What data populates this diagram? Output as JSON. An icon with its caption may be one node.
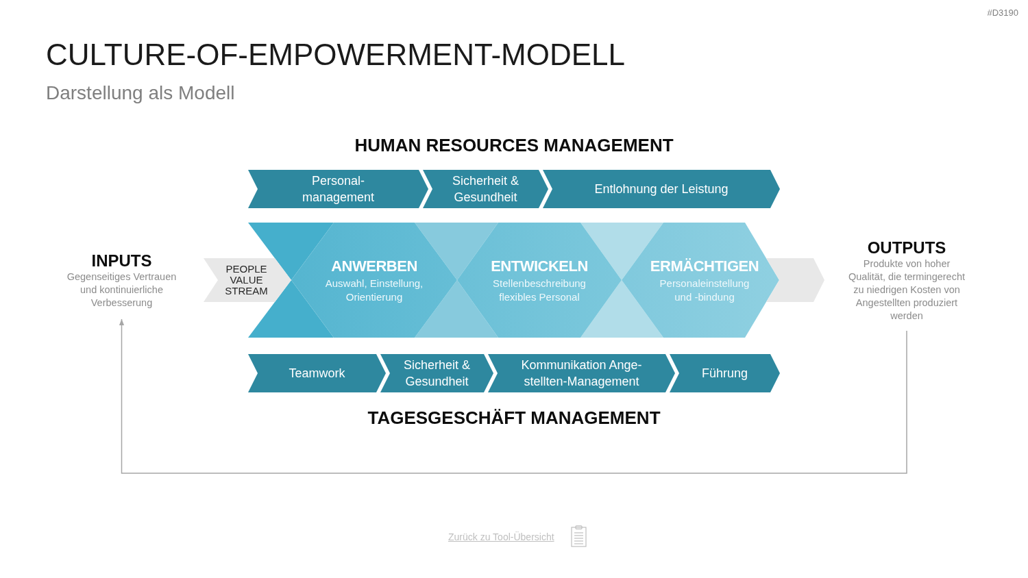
{
  "diagram": {
    "title": "CULTURE-OF-EMPOWERMENT-MODELL",
    "caption": "Darstellung als Modell",
    "nodes": [
      {
        "text": [
          "Personal- management"
        ]
      },
      {
        "text": [
          "Sicherheit & Gesundheit"
        ]
      },
      {
        "text": [
          "Entlohnung der Leistung"
        ]
      },
      {
        "text": [
          "INPUTS",
          "Gegenseitiges Vertrauen und kontinuierliche Verbesserung"
        ]
      },
      {
        "text": [
          "PEOPLE VALUE STREAM"
        ]
      },
      {
        "text": [
          "ANWERBEN",
          "Auswahl, Einstellung, Orientierung"
        ]
      },
      {
        "text": [
          "ENTWICKELN",
          "Stellenbeschreibung flexibles Personal"
        ]
      },
      {
        "text": [
          "ERMÄCHTIGEN",
          "Personaleinstellung und -bindung"
        ]
      },
      {
        "text": [],
        "shape": "chevron"
      },
      {
        "text": [
          "OUTPUTS",
          "Produkte von hoher Qualität, die termingerecht zu niedrigen Kosten von Angestellten produziert werden"
        ]
      },
      {
        "text": [
          "Teamwork"
        ]
      },
      {
        "text": [
          "Sicherheit & Gesundheit"
        ]
      },
      {
        "text": [
          "Kommunikation Ange- stellten-Management"
        ]
      },
      {
        "text": [
          "Führung"
        ]
      }
    ],
    "edges": [
      {
        "from": 9,
        "to": 3,
        "arrow": "to"
      }
    ],
    "labels": [
      "#D3190",
      "HUMAN RESOURCES MANAGEMENT",
      "TAGESGESCHÄFT MANAGEMENT",
      "Zurück zu Tool-Übersicht"
    ]
  }
}
